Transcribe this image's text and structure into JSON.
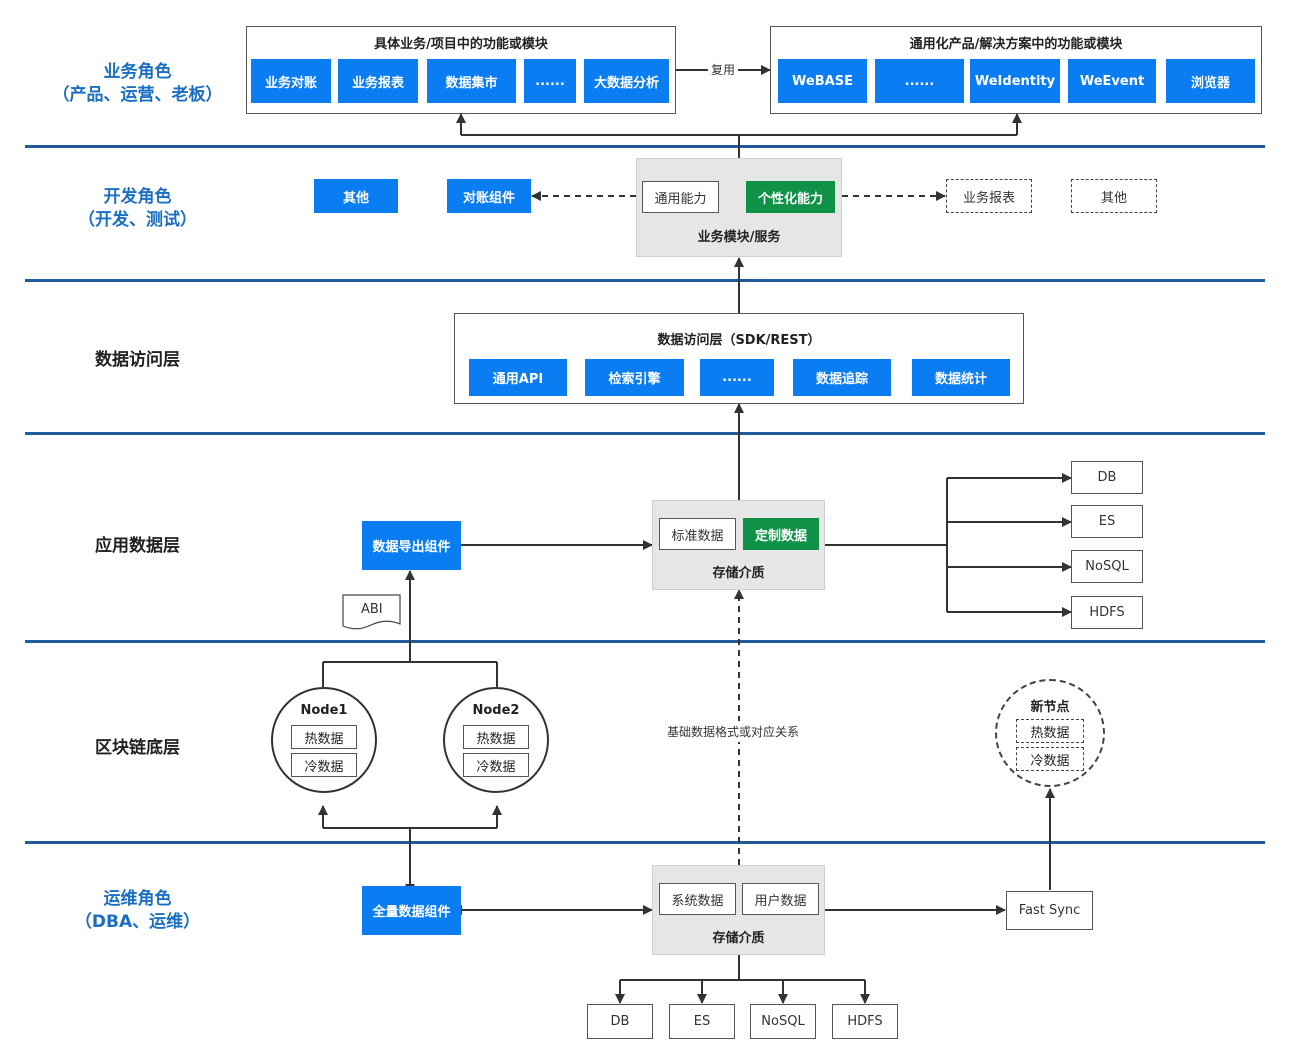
{
  "layers": {
    "business_role": [
      "业务角色",
      "（产品、运营、老板）"
    ],
    "dev_role": [
      "开发角色",
      "（开发、测试）"
    ],
    "data_access": "数据访问层",
    "app_data": "应用数据层",
    "blockchain": "区块链底层",
    "ops_role": [
      "运维角色",
      "（DBA、运维）"
    ]
  },
  "business": {
    "left_title": "具体业务/项目中的功能或模块",
    "left_items": [
      "业务对账",
      "业务报表",
      "数据集市",
      "......",
      "大数据分析"
    ],
    "reuse": "复用",
    "right_title": "通用化产品/解决方案中的功能或模块",
    "right_items": [
      "WeBASE",
      "......",
      "WeIdentity",
      "WeEvent",
      "浏览器"
    ]
  },
  "dev": {
    "other_left": "其他",
    "recon_component": "对账组件",
    "general_ability": "通用能力",
    "custom_ability": "个性化能力",
    "module_label": "业务模块/服务",
    "report_dashed": "业务报表",
    "other_dashed": "其他"
  },
  "access": {
    "title": "数据访问层（SDK/REST）",
    "items": [
      "通用API",
      "检索引擎",
      "......",
      "数据追踪",
      "数据统计"
    ]
  },
  "appdata": {
    "export": "数据导出组件",
    "standard": "标准数据",
    "custom": "定制数据",
    "storage": "存储介质",
    "targets": [
      "DB",
      "ES",
      "NoSQL",
      "HDFS"
    ],
    "abi": "ABI"
  },
  "chain": {
    "node1": "Node1",
    "node2": "Node2",
    "hot": "热数据",
    "cold": "冷数据",
    "new_node": "新节点",
    "mapping": "基础数据格式或对应关系"
  },
  "ops": {
    "full": "全量数据组件",
    "system": "系统数据",
    "user": "用户数据",
    "storage": "存储介质",
    "fast_sync": "Fast Sync",
    "targets": [
      "DB",
      "ES",
      "NoSQL",
      "HDFS"
    ]
  }
}
